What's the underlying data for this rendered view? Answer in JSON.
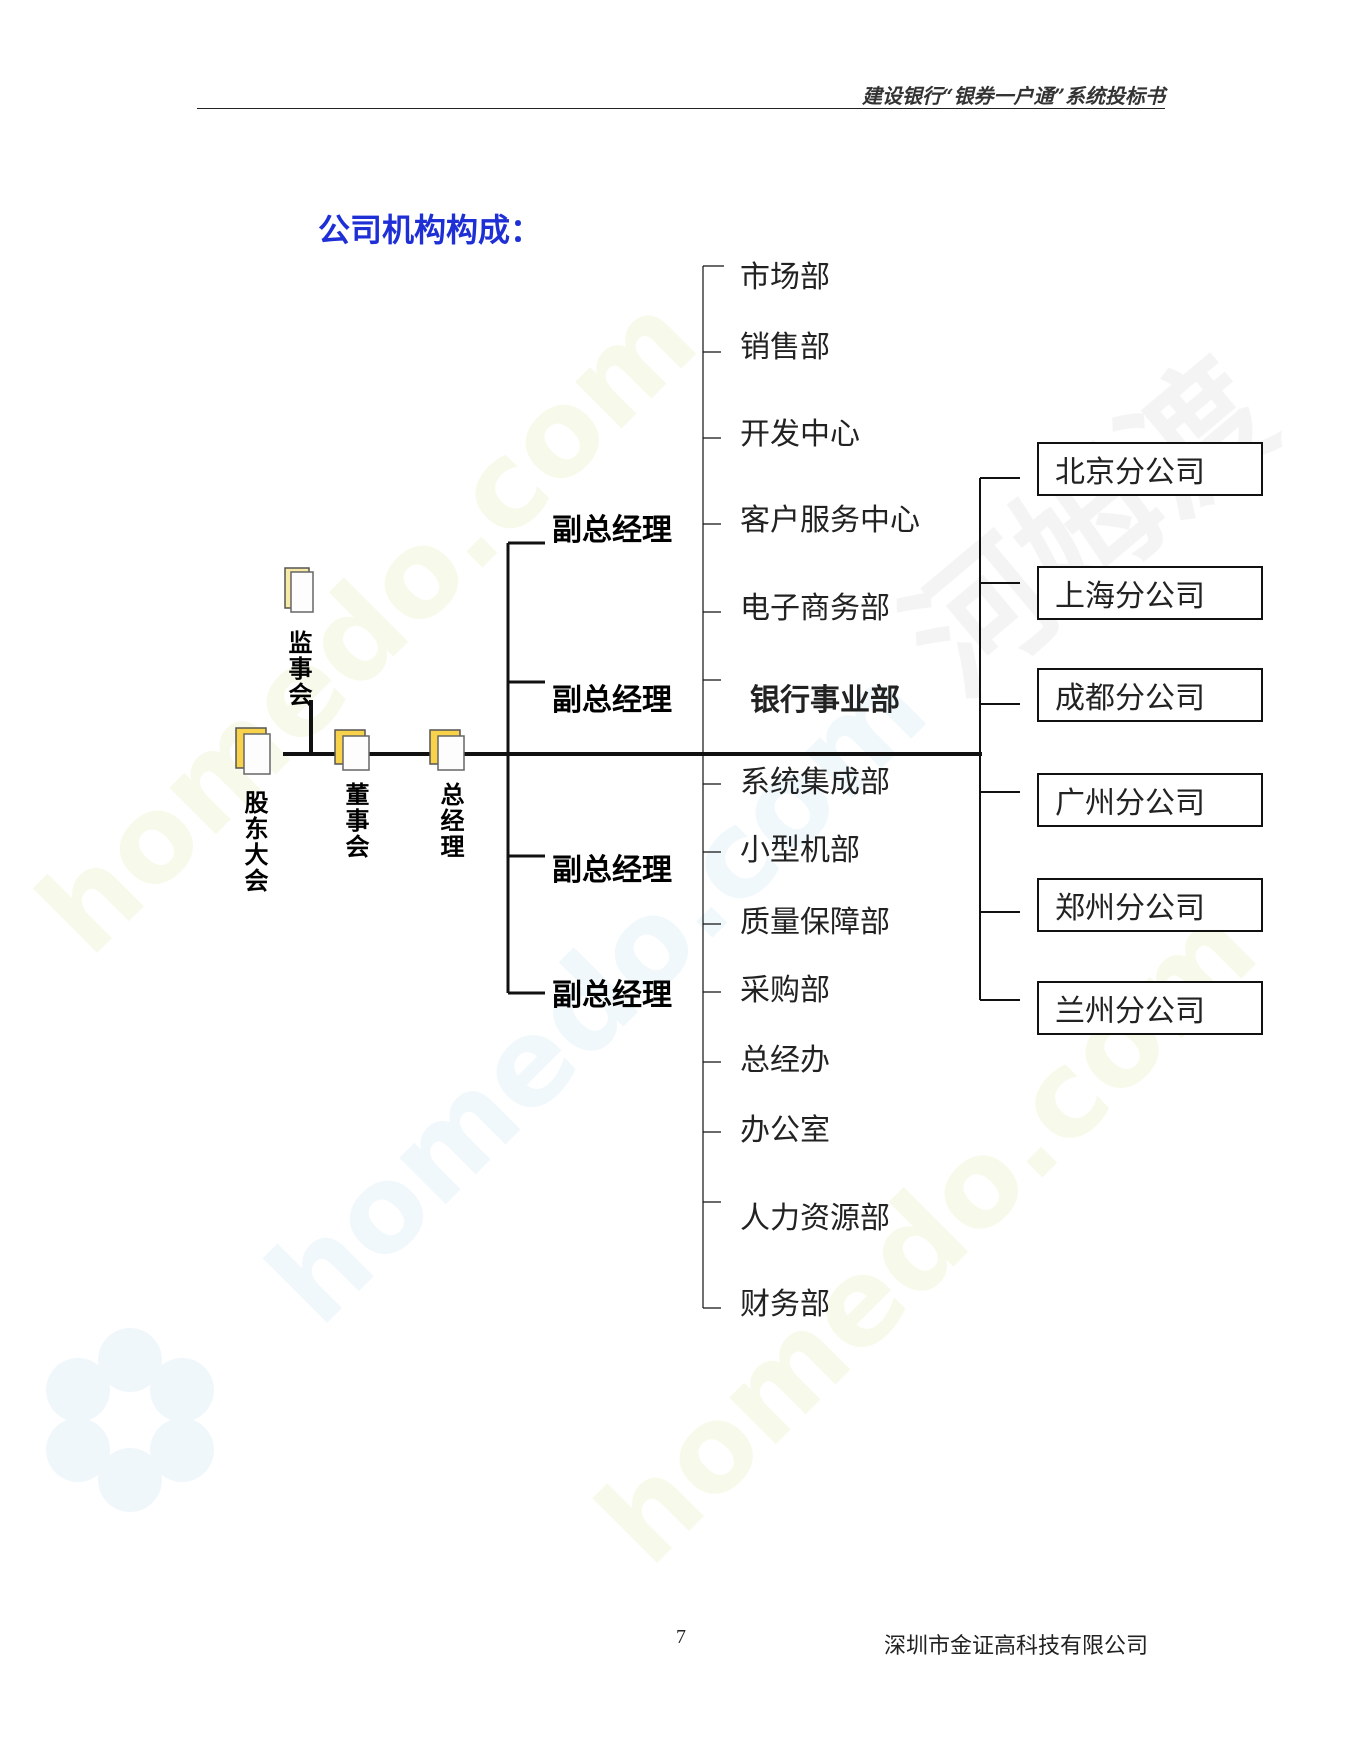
{
  "header": {
    "title": "建设银行“银券一户通”系统投标书"
  },
  "section_title": "公司机构构成：",
  "org": {
    "shareholders": "股东大会",
    "supervisors": "监事会",
    "board": "董事会",
    "general_manager": "总经理",
    "deputy_managers": [
      "副总经理",
      "副总经理",
      "副总经理",
      "副总经理"
    ],
    "departments": [
      "市场部",
      "销售部",
      "开发中心",
      "客户服务中心",
      "电子商务部",
      "银行事业部",
      "系统集成部",
      "小型机部",
      "质量保障部",
      "采购部",
      "总经办",
      "办公室",
      "人力资源部",
      "财务部"
    ],
    "branches": [
      "北京分公司",
      "上海分公司",
      "成都分公司",
      "广州分公司",
      "郑州分公司",
      "兰州分公司"
    ]
  },
  "watermarks": [
    "homedo.com",
    "homedo.com",
    "homedo.com",
    "河姆渡"
  ],
  "footer": {
    "page_number": "7",
    "company": "深圳市金证高科技有限公司"
  }
}
